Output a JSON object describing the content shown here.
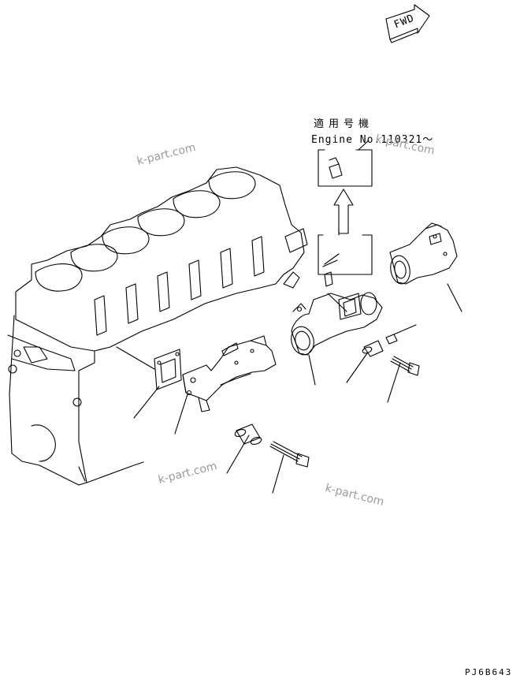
{
  "direction_label": "FWD",
  "applicability": {
    "title_ja": "適用号機",
    "engine_range": "Engine No.110321～"
  },
  "drawing_code": "PJ6B643",
  "watermark": "k-part.com",
  "colors": {
    "line": "#000000",
    "watermark": "#9a9a9a",
    "background": "#ffffff"
  }
}
